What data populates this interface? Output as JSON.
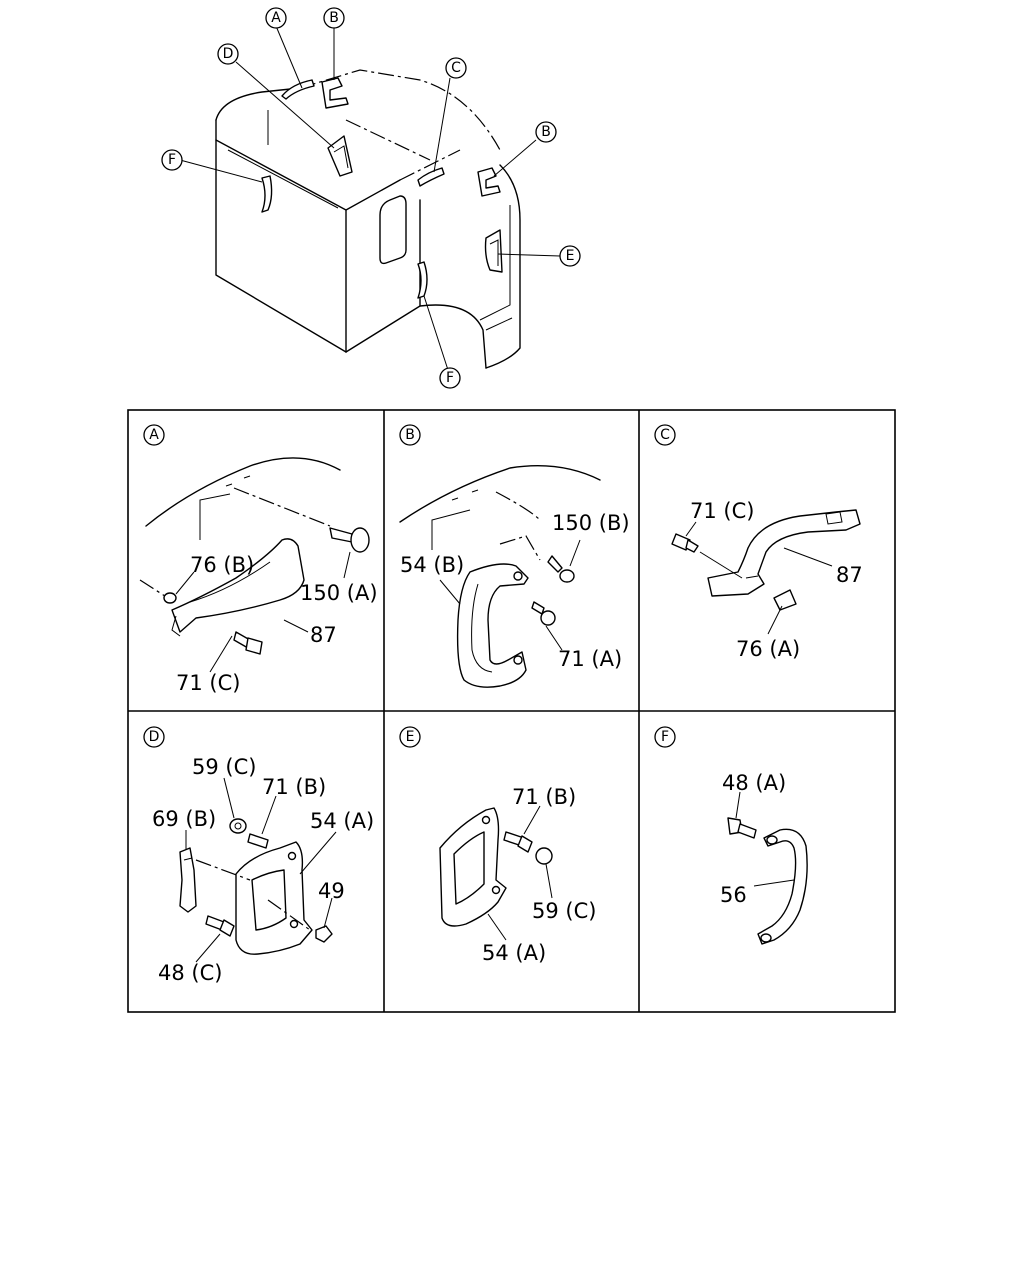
{
  "overview": {
    "callouts": {
      "a": "A",
      "b1": "B",
      "b2": "B",
      "c": "C",
      "d": "D",
      "e": "E",
      "f1": "F",
      "f2": "F"
    }
  },
  "panels": {
    "a": {
      "letter": "A",
      "labels": {
        "p76b": "76 (B)",
        "p150a": "150 (A)",
        "p87": "87",
        "p71c": "71 (C)"
      }
    },
    "b": {
      "letter": "B",
      "labels": {
        "p150b": "150 (B)",
        "p54b": "54 (B)",
        "p71a": "71 (A)"
      }
    },
    "c": {
      "letter": "C",
      "labels": {
        "p71c": "71 (C)",
        "p87": "87",
        "p76a": "76 (A)"
      }
    },
    "d": {
      "letter": "D",
      "labels": {
        "p59c": "59 (C)",
        "p71b": "71 (B)",
        "p69b": "69 (B)",
        "p54a": "54 (A)",
        "p49": "49",
        "p48c": "48 (C)"
      }
    },
    "e": {
      "letter": "E",
      "labels": {
        "p71b": "71 (B)",
        "p59c": "59 (C)",
        "p54a": "54 (A)"
      }
    },
    "f": {
      "letter": "F",
      "labels": {
        "p48a": "48 (A)",
        "p56": "56"
      }
    }
  }
}
